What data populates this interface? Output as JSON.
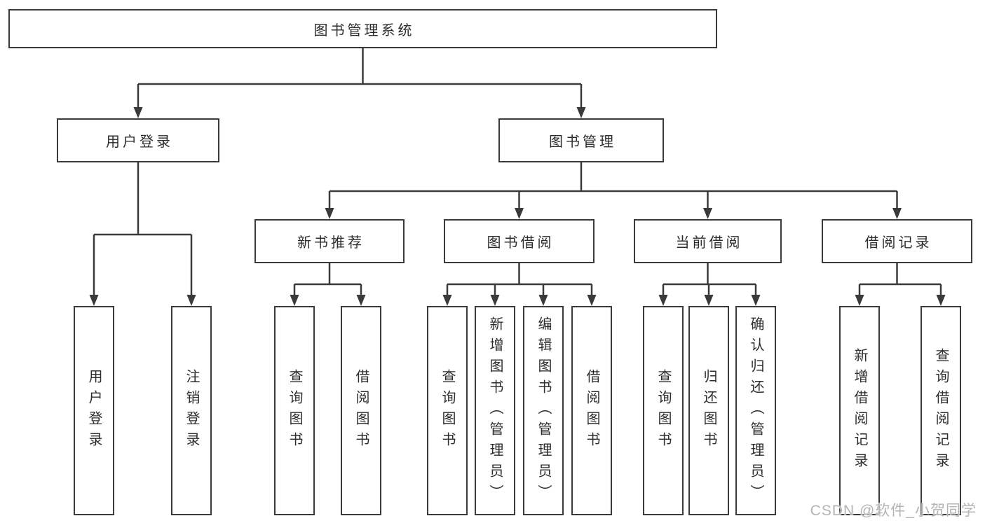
{
  "tree": {
    "root": {
      "label": "图书管理系统"
    },
    "branches": [
      {
        "label": "用户登录",
        "children": [
          {
            "label": "用户登录"
          },
          {
            "label": "注销登录"
          }
        ]
      },
      {
        "label": "图书管理",
        "children": [
          {
            "label": "新书推荐",
            "children": [
              {
                "label": "查询图书"
              },
              {
                "label": "借阅图书"
              }
            ]
          },
          {
            "label": "图书借阅",
            "children": [
              {
                "label": "查询图书"
              },
              {
                "label": "新增图书（管理员）"
              },
              {
                "label": "编辑图书（管理员）"
              },
              {
                "label": "借阅图书"
              }
            ]
          },
          {
            "label": "当前借阅",
            "children": [
              {
                "label": "查询图书"
              },
              {
                "label": "归还图书"
              },
              {
                "label": "确认归还（管理员）"
              }
            ]
          },
          {
            "label": "借阅记录",
            "children": [
              {
                "label": "新增借阅记录"
              },
              {
                "label": "查询借阅记录"
              }
            ]
          }
        ]
      }
    ]
  },
  "watermark": {
    "text": "CSDN @软件_小贺同学",
    "color": "#b4b4b4"
  },
  "colors": {
    "line": "#3a3a3a",
    "box_border": "#3a3a3a",
    "box_fill": "#ffffff",
    "text": "#2d2d2d",
    "background": "#ffffff"
  }
}
